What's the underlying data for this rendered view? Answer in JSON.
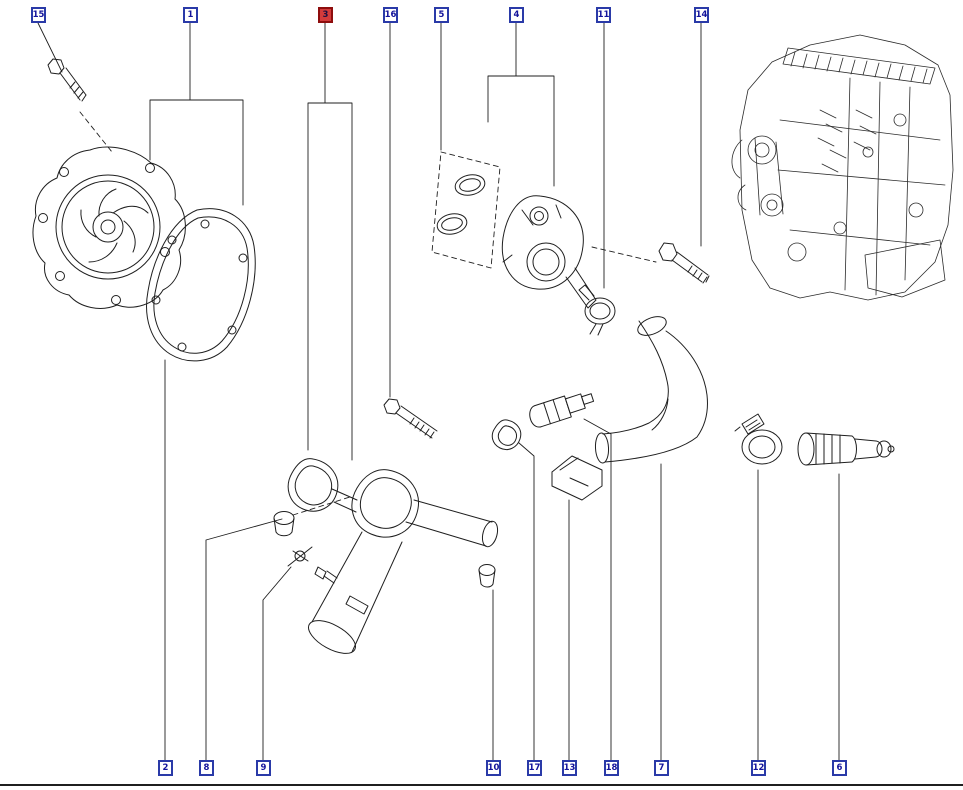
{
  "colors": {
    "callout_border": "#2a3aa8",
    "callout_text": "#14149c",
    "highlight_bg": "#d23b3b",
    "highlight_border": "#8e0d0d",
    "highlight_text": "#201040",
    "line": "#1f1f1f"
  },
  "callouts": {
    "top": [
      {
        "label": "15"
      },
      {
        "label": "1"
      },
      {
        "label": "3",
        "highlighted": true
      },
      {
        "label": "16"
      },
      {
        "label": "5"
      },
      {
        "label": "4"
      },
      {
        "label": "11"
      },
      {
        "label": "14"
      }
    ],
    "bottom": [
      {
        "label": "2"
      },
      {
        "label": "8"
      },
      {
        "label": "9"
      },
      {
        "label": "10"
      },
      {
        "label": "17"
      },
      {
        "label": "13"
      },
      {
        "label": "18"
      },
      {
        "label": "7"
      },
      {
        "label": "12"
      },
      {
        "label": "6"
      }
    ]
  }
}
